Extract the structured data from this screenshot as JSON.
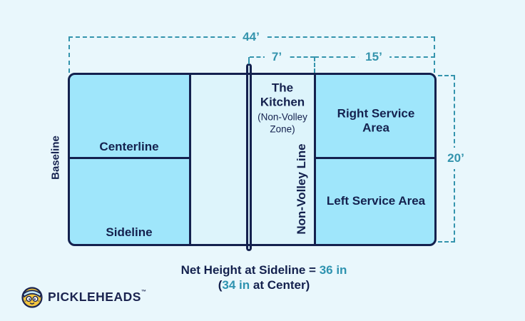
{
  "diagram": {
    "title_implicit": "Pickleball court dimensions diagram",
    "court_labels": {
      "baseline": "Baseline",
      "centerline": "Centerline",
      "sideline": "Sideline",
      "kitchen_title": "The Kitchen",
      "kitchen_subtitle": "(Non-Volley Zone)",
      "non_volley_line": "Non-Volley Line",
      "right_service_area": "Right Service Area",
      "left_service_area": "Left Service Area"
    },
    "dimensions": {
      "total_length": "44’",
      "kitchen_depth": "7’",
      "service_area_depth": "15’",
      "court_width": "20’"
    },
    "net_note": {
      "line1_text": "Net Height at Sideline = ",
      "line1_value": "36 in",
      "line2_pre": "(",
      "line2_value": "34 in",
      "line2_post": " at Center)"
    }
  },
  "logo": {
    "brand": "Pickleheads",
    "trademark": "™",
    "icon": "pickleball-smiley-icon"
  },
  "colors": {
    "background": "#e9f7fc",
    "court_fill": "#9fe6fb",
    "kitchen_fill": "#ddf4fb",
    "line_navy": "#14214e",
    "dimension_teal": "#3494ad",
    "value_teal": "#2e93b0",
    "ball_yellow": "#f2c53d"
  }
}
